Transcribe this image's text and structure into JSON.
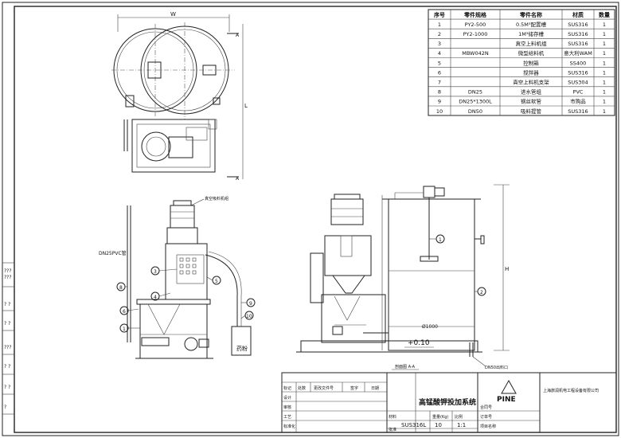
{
  "parts_table": {
    "headers": [
      "序号",
      "零件规格",
      "零件名称",
      "材质",
      "数量"
    ],
    "rows": [
      [
        "1",
        "PY2-500",
        "0.5M³配置槽",
        "SUS316",
        "1"
      ],
      [
        "2",
        "PY2-1000",
        "1M³储存槽",
        "SUS316",
        "1"
      ],
      [
        "3",
        "",
        "真空上料机组",
        "SUS316",
        "1"
      ],
      [
        "4",
        "MBW042N",
        "微型给料机",
        "意大利WAM",
        "1"
      ],
      [
        "5",
        "",
        "控制箱",
        "SS400",
        "1"
      ],
      [
        "6",
        "",
        "搅拌器",
        "SUS316",
        "1"
      ],
      [
        "7",
        "",
        "真空上料机支架",
        "SUS304",
        "1"
      ],
      [
        "8",
        "DN25",
        "进水管组",
        "PVC",
        "1"
      ],
      [
        "9",
        "DN25*1300L",
        "钢丝软管",
        "市购品",
        "1"
      ],
      [
        "10",
        "DN50",
        "吸料提管",
        "SUS316",
        "1"
      ]
    ]
  },
  "annotations": {
    "dim_w": "W",
    "dim_l": "L",
    "dim_h": "H",
    "section_a_top": "A",
    "section_a_bottom": "A",
    "pipe_label": "DN25PVC管",
    "top_note": "真空吸料机组",
    "sack_label": "药粉",
    "section_view": "剖面图 A-A",
    "level_mark": "+0.10",
    "outlet_label": "DN50出料口",
    "diameter_mark": "Ø1000",
    "callouts_left": [
      "8",
      "6",
      "1",
      "3",
      "4",
      "5",
      "9",
      "10"
    ],
    "callouts_right": [
      "1",
      "2"
    ]
  },
  "title_block": {
    "system_name": "高锰酸钾投加系统",
    "company": "上海旅润机电工程设备有限公司",
    "logo": "PINE",
    "material": "SUS316L",
    "weight": "10",
    "scale": "1:1",
    "weight_unit": "重量(Kg)",
    "scale_label": "比例",
    "labels": [
      "标记",
      "处数",
      "更改文件号",
      "签字",
      "日期",
      "设计",
      "审核",
      "工艺",
      "标准化",
      "批准"
    ],
    "right_labels": [
      "合同号",
      "订单号",
      "项目名称"
    ],
    "material_label": "材料"
  },
  "side_margin": [
    "???",
    "???",
    "? ?",
    "? ?",
    "???",
    "? ?",
    "? ?",
    "?"
  ]
}
